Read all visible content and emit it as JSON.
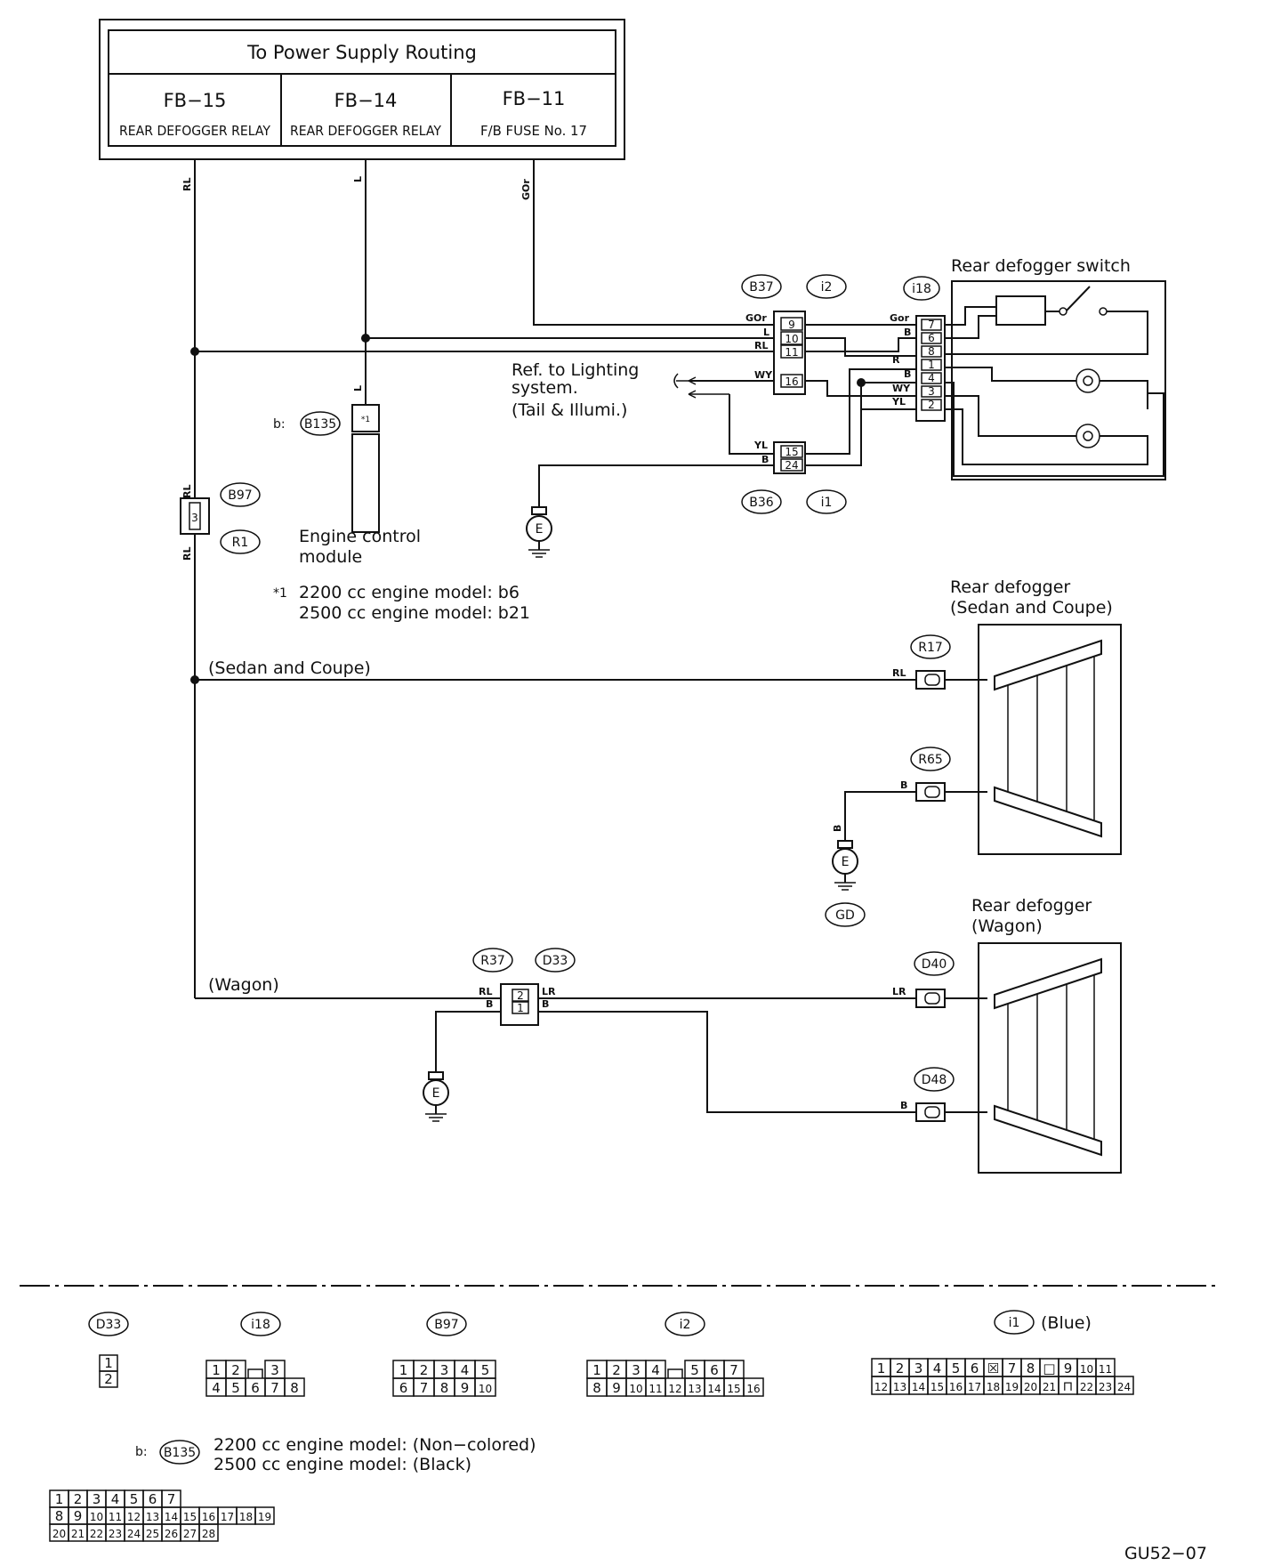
{
  "power_supply": {
    "title": "To Power Supply Routing",
    "columns": [
      {
        "code": "FB−15",
        "desc": "REAR DEFOGGER RELAY"
      },
      {
        "code": "FB−14",
        "desc": "REAR DEFOGGER RELAY"
      },
      {
        "code": "FB−11",
        "desc": "F/B FUSE No. 17"
      }
    ]
  },
  "wires": {
    "rl": "RL",
    "l": "L",
    "gor_upper": "GOr",
    "gor_mixed": "Gor",
    "wy": "WY",
    "yl": "YL",
    "b": "B",
    "r": "R",
    "lr": "LR"
  },
  "connectors": {
    "b37": "B37",
    "i2": "i2",
    "i18": "i18",
    "b36": "B36",
    "i1": "i1",
    "b97": "B97",
    "r1": "R1",
    "b135": "B135",
    "b135_prefix": "b:",
    "r17": "R17",
    "r65": "R65",
    "gd": "GD",
    "r37": "R37",
    "d33": "D33",
    "d40": "D40",
    "d48": "D48"
  },
  "pins": {
    "b37_i2": [
      "9",
      "10",
      "11",
      "16"
    ],
    "b36_i1": [
      "15",
      "24"
    ],
    "i18": [
      "7",
      "6",
      "8",
      "1",
      "4",
      "3",
      "2"
    ],
    "b97": "3",
    "b135": "*1",
    "r37_d33": [
      "2",
      "1"
    ]
  },
  "ground_label": "E",
  "labels": {
    "rear_defogger_switch": "Rear defogger switch",
    "ref_lighting": [
      "Ref. to Lighting",
      "system.",
      "(Tail & Illumi.)"
    ],
    "ecm": [
      "Engine control",
      "module"
    ],
    "footnote_marker": "*1",
    "footnote": [
      "2200 cc engine model: b6",
      "2500 cc engine model: b21"
    ],
    "sedan_coupe": "(Sedan and Coupe)",
    "wagon": "(Wagon)",
    "rear_defogger_sedan": [
      "Rear defogger",
      "(Sedan and Coupe)"
    ],
    "rear_defogger_wagon": [
      "Rear defogger",
      "(Wagon)"
    ]
  },
  "legend": {
    "d33": {
      "id": "D33",
      "rows": [
        [
          "1"
        ],
        [
          "2"
        ]
      ]
    },
    "i18": {
      "id": "i18",
      "rows": [
        [
          "1",
          "2",
          "",
          "3"
        ],
        [
          "4",
          "5",
          "6",
          "7",
          "8"
        ]
      ]
    },
    "b97": {
      "id": "B97",
      "rows": [
        [
          "1",
          "2",
          "3",
          "4",
          "5"
        ],
        [
          "6",
          "7",
          "8",
          "9",
          "10"
        ]
      ]
    },
    "i2": {
      "id": "i2",
      "rows": [
        [
          "1",
          "2",
          "3",
          "4",
          "",
          "5",
          "6",
          "7"
        ],
        [
          "8",
          "9",
          "10",
          "11",
          "12",
          "13",
          "14",
          "15",
          "16"
        ]
      ]
    },
    "i1": {
      "id": "i1",
      "color": "(Blue)",
      "rows": [
        [
          "1",
          "2",
          "3",
          "4",
          "5",
          "6",
          "☒",
          "7",
          "8",
          "□",
          "9",
          "10",
          "11"
        ],
        [
          "12",
          "13",
          "14",
          "15",
          "16",
          "17",
          "18",
          "19",
          "20",
          "21",
          "⊓",
          "22",
          "23",
          "24"
        ]
      ]
    },
    "b135": {
      "prefix": "b:",
      "id": "B135",
      "notes": [
        "2200 cc engine model: (Non−colored)",
        "2500 cc engine model: (Black)"
      ],
      "rows": [
        [
          "1",
          "2",
          "3",
          "4",
          "5",
          "6",
          "7"
        ],
        [
          "8",
          "9",
          "10",
          "11",
          "12",
          "13",
          "14",
          "15",
          "16",
          "17",
          "18",
          "19"
        ],
        [
          "20",
          "21",
          "22",
          "23",
          "24",
          "25",
          "26",
          "27",
          "28"
        ]
      ]
    }
  },
  "diagram_code": "GU52−07"
}
